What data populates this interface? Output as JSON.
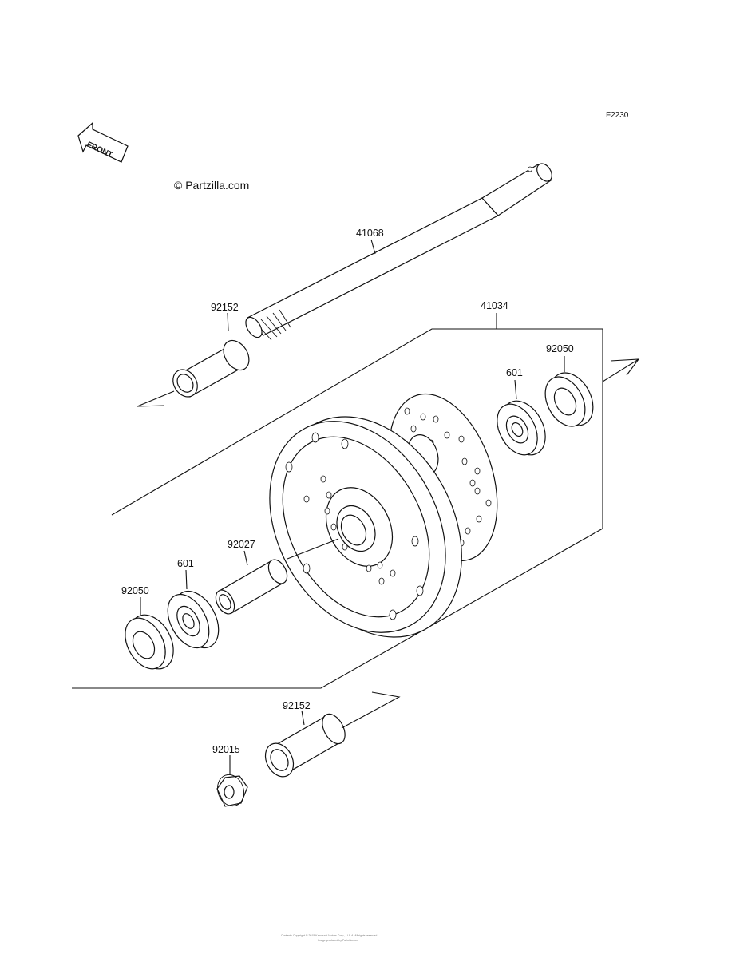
{
  "diagram": {
    "code": "F2230",
    "copyright": "© Partzilla.com",
    "front_label": "FRONT",
    "footer_lines": [
      "Contents Copyright © 2015 Kawasaki Motors Corp., U.S.A. All rights reserved.",
      "Image produced by Partzilla.com"
    ],
    "callouts": {
      "axle": "41068",
      "spacer_left": "92152",
      "hub_assembly": "41034",
      "seal_right": "92050",
      "bearing_right": "601",
      "spacer_center": "92027",
      "bearing_left": "601",
      "seal_left": "92050",
      "spacer_lower": "92152",
      "nut": "92015"
    }
  }
}
